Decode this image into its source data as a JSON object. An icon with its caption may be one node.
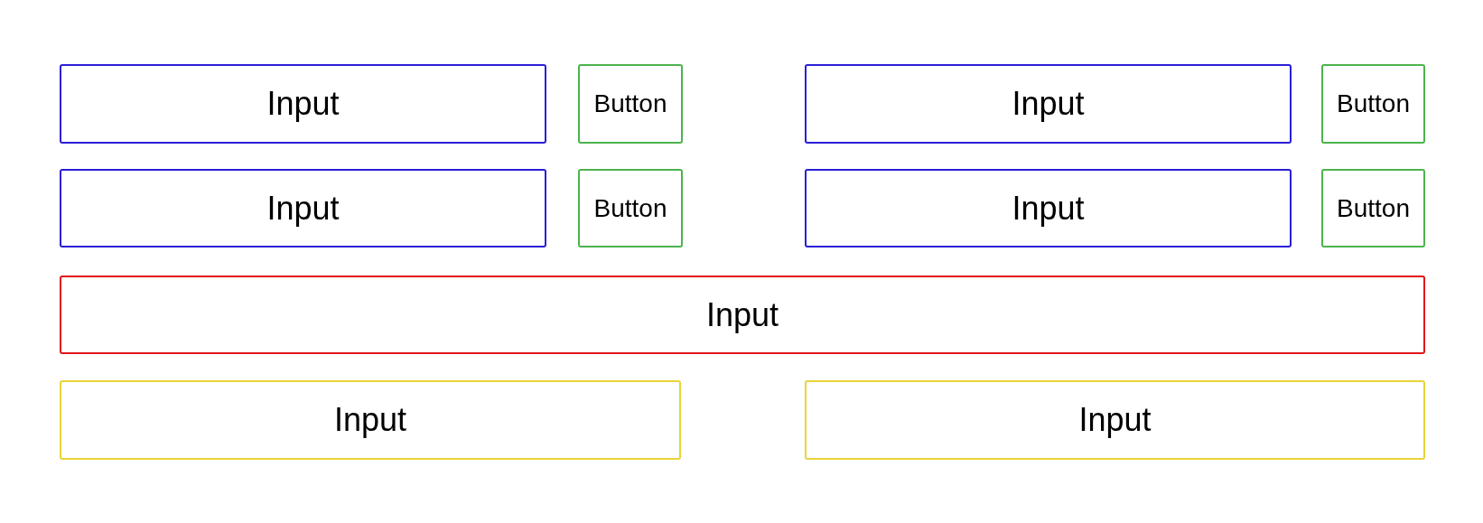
{
  "diagram": {
    "nodes": [
      {
        "text": [
          "Input"
        ]
      },
      {
        "text": [
          "Button"
        ]
      },
      {
        "text": [
          "Input"
        ]
      },
      {
        "text": [
          "Button"
        ]
      },
      {
        "text": [
          "Input"
        ]
      },
      {
        "text": [
          "Button"
        ]
      },
      {
        "text": [
          "Input"
        ]
      },
      {
        "text": [
          "Button"
        ]
      },
      {
        "text": [
          "Input"
        ]
      },
      {
        "text": [
          "Input"
        ]
      },
      {
        "text": [
          "Input"
        ]
      }
    ]
  }
}
